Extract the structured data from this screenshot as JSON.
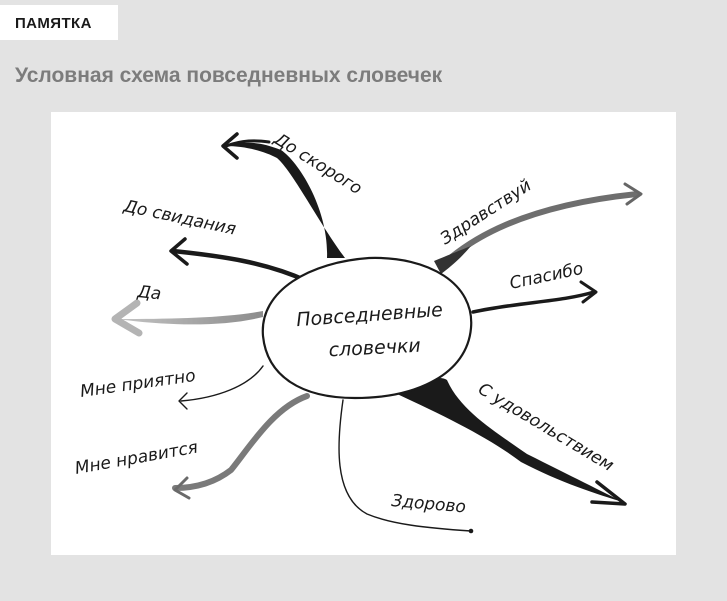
{
  "header": {
    "tag": "ПАМЯТКА",
    "title": "Условная схема повседневных словечек"
  },
  "diagram": {
    "center": {
      "line1": "Повседневные",
      "line2": "словечки"
    },
    "branches": [
      {
        "id": "do-skorogo",
        "label": "До скорого"
      },
      {
        "id": "do-svidaniya",
        "label": "До свидания"
      },
      {
        "id": "da",
        "label": "Да"
      },
      {
        "id": "mne-priyatno",
        "label": "Мне приятно"
      },
      {
        "id": "mne-nravitsya",
        "label": "Мне нравится"
      },
      {
        "id": "zdravstvuy",
        "label": "Здравствуй"
      },
      {
        "id": "spasibo",
        "label": "Спасибо"
      },
      {
        "id": "s-udovolstviem",
        "label": "С удовольствием"
      },
      {
        "id": "zdorovo",
        "label": "Здорово"
      }
    ]
  }
}
